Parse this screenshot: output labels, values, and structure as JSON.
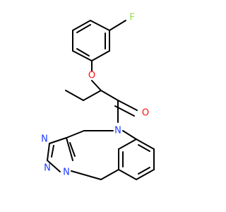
{
  "structure": {
    "colors": {
      "bond": "#000000",
      "fluorine": "#90e050",
      "oxygen": "#ff0d0d",
      "nitrogen": "#1e3cff"
    },
    "atoms": {
      "fluorine": "F",
      "ether_oxygen": "O",
      "carbonyl_oxygen": "O",
      "amide_nitrogen": "N",
      "triazole_n1": "N",
      "triazole_n2": "N",
      "triazole_n3": "N"
    }
  }
}
